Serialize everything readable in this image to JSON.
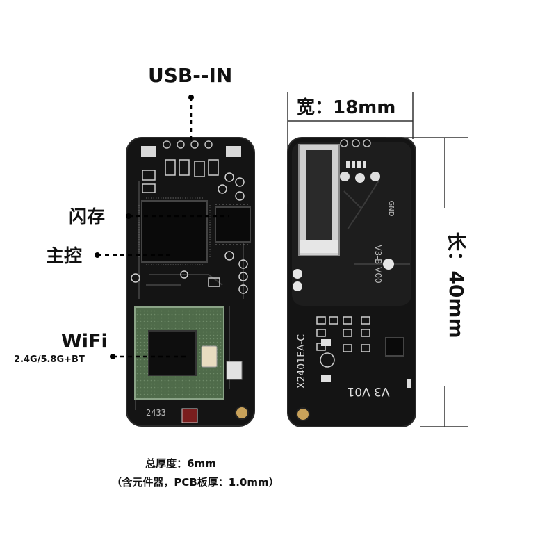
{
  "labels": {
    "usb_in": "USB--IN",
    "flash": "闪存",
    "controller": "主控",
    "wifi": "WiFi",
    "wifi_bands": "2.4G/5.8G+BT",
    "width": "宽：18mm",
    "length": "长：40mm"
  },
  "board_markings": {
    "front_serial": "2433",
    "back_version_top": "V3-B V00",
    "back_gnd": "GND",
    "back_version_bottom": "V3 V01",
    "back_code": "X2401EA-C"
  },
  "footer": {
    "thickness": "总厚度：6mm",
    "note": "（含元件器，PCB板厚：1.0mm）"
  },
  "colors": {
    "pcb": "#141414",
    "pcb_edge": "#2a2a2a",
    "trace": "#3a3a3a",
    "module_green": "#4f6b4a",
    "silkscreen": "#d8d8d8",
    "gold": "#c9a25a",
    "dimension_line": "#333333",
    "callout": "#000000"
  }
}
